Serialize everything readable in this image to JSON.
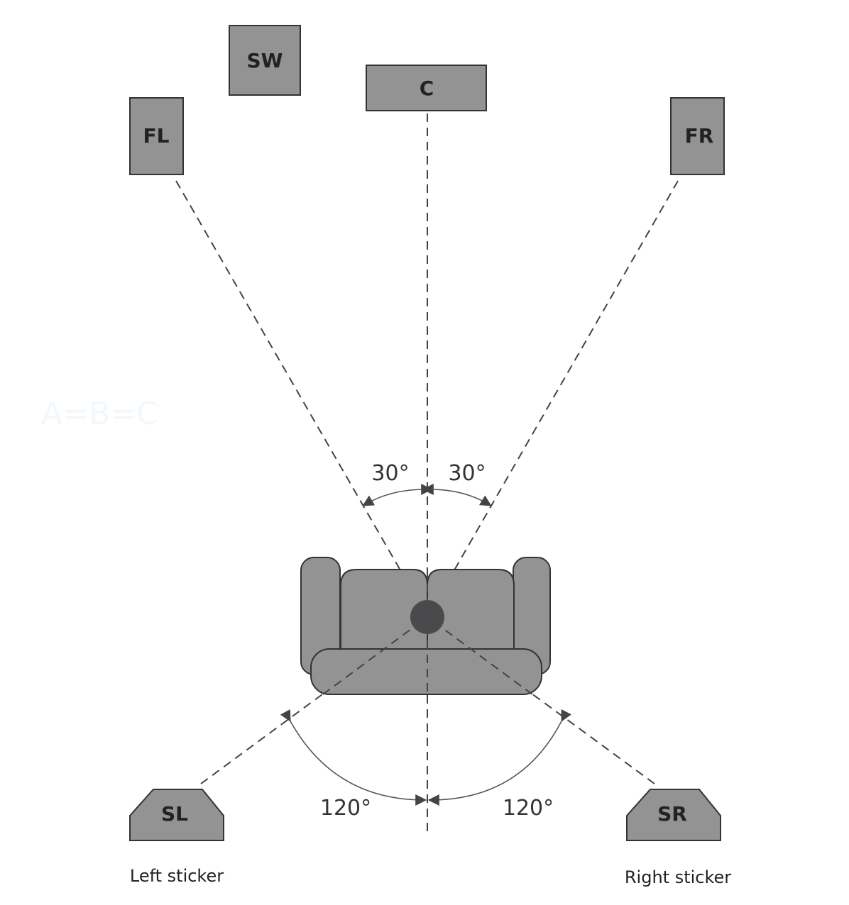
{
  "speakers": {
    "subwoofer": "SW",
    "center": "C",
    "front_left": "FL",
    "front_right": "FR",
    "surround_left": "SL",
    "surround_right": "SR"
  },
  "angles": {
    "front_left": "30°",
    "front_right": "30°",
    "surround_left": "120°",
    "surround_right": "120°"
  },
  "captions": {
    "left": "Left sticker",
    "right": "Right sticker"
  },
  "watermark": "A=B=C"
}
